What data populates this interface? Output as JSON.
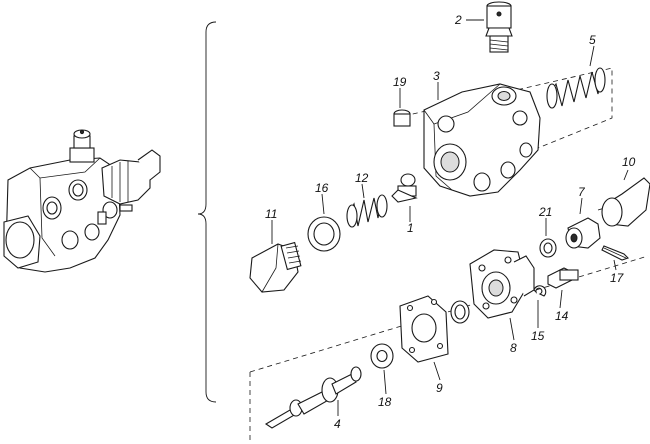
{
  "callouts": [
    {
      "id": "n1",
      "text": "1"
    },
    {
      "id": "n2",
      "text": "2"
    },
    {
      "id": "n3",
      "text": "3"
    },
    {
      "id": "n4",
      "text": "4"
    },
    {
      "id": "n5",
      "text": "5"
    },
    {
      "id": "n7",
      "text": "7"
    },
    {
      "id": "n8",
      "text": "8"
    },
    {
      "id": "n9",
      "text": "9"
    },
    {
      "id": "n10",
      "text": "10"
    },
    {
      "id": "n11",
      "text": "11"
    },
    {
      "id": "n12",
      "text": "12"
    },
    {
      "id": "n14",
      "text": "14"
    },
    {
      "id": "n15",
      "text": "15"
    },
    {
      "id": "n16",
      "text": "16"
    },
    {
      "id": "n17",
      "text": "17"
    },
    {
      "id": "n18",
      "text": "18"
    },
    {
      "id": "n19",
      "text": "19"
    },
    {
      "id": "n21",
      "text": "21"
    }
  ]
}
